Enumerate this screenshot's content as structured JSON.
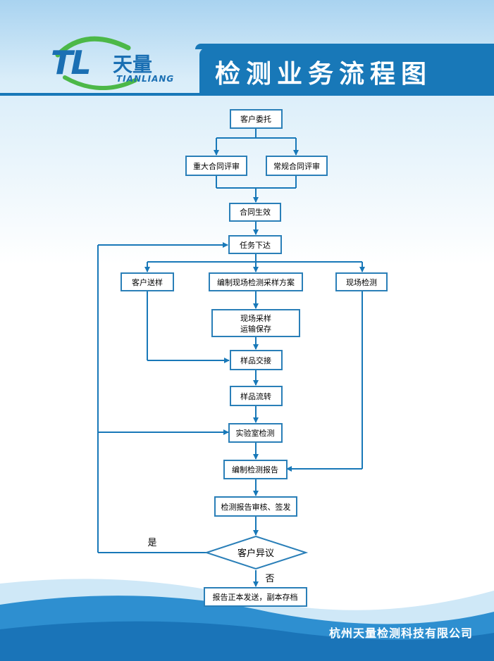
{
  "header": {
    "logo_letters": "TL",
    "logo_cn": "天量",
    "logo_en": "TIANLIANG",
    "title": "检测业务流程图"
  },
  "flow": {
    "client_entrust": "客户委托",
    "major_review": "重大合同评审",
    "normal_review": "常规合同评审",
    "contract_effective": "合同生效",
    "task_issue": "任务下达",
    "client_send_sample": "客户送样",
    "compile_plan": "编制现场检测采样方案",
    "onsite_test": "现场检测",
    "onsite_sampling_line1": "现场采样",
    "onsite_sampling_line2": "运输保存",
    "sample_handover": "样品交接",
    "sample_circulation": "样品流转",
    "lab_test": "实验室检测",
    "compile_report": "编制检测报告",
    "report_review": "检测报告审核、签发",
    "client_objection": "客户异议",
    "yes_label": "是",
    "no_label": "否",
    "report_send": "报告正本发送，副本存档"
  },
  "footer": {
    "company": "杭州天量检测科技有限公司"
  },
  "colors": {
    "primary": "#1878b8",
    "arc_green": "#4cb848",
    "box_border": "#2a7fb8"
  }
}
